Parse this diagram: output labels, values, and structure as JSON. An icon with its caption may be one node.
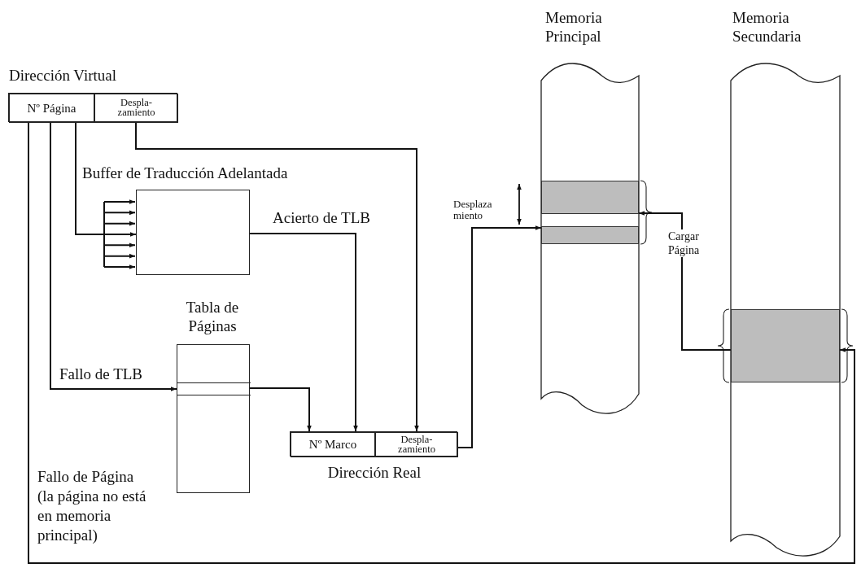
{
  "diagram": {
    "nodes": [
      {
        "text": [
          "Dirección Virtual"
        ]
      },
      {
        "text": [
          "Nº Página"
        ],
        "in": 0
      },
      {
        "text": [
          "Despla- zamiento"
        ],
        "in": 0
      },
      {
        "text": [
          "Buffer de Traducción Adelantada"
        ]
      },
      {
        "text": [
          "Tabla de Páginas"
        ]
      },
      {
        "text": [],
        "shape": "box",
        "in": 4
      },
      {
        "text": [
          "Dirección Real"
        ]
      },
      {
        "text": [
          "Nº Marco"
        ],
        "in": 6
      },
      {
        "text": [
          "Despla- zamiento"
        ],
        "in": 6
      },
      {
        "text": [
          "Memoria Principal"
        ]
      },
      {
        "text": [],
        "shape": "bar",
        "in": 9
      },
      {
        "text": [],
        "shape": "bar",
        "in": 9
      },
      {
        "text": [
          "Memoria Secundaria"
        ]
      },
      {
        "text": [],
        "shape": "bar",
        "in": 12
      }
    ],
    "edges": [
      {
        "from": 1,
        "to": 3,
        "arrow": "to"
      },
      {
        "from": 2,
        "to": 8,
        "arrow": "to"
      },
      {
        "from": 3,
        "to": 7,
        "arrow": "to",
        "label": "Acierto de TLB"
      },
      {
        "from": 1,
        "to": 5,
        "arrow": "to",
        "label": "Fallo de TLB"
      },
      {
        "from": 5,
        "to": 7,
        "arrow": "to"
      },
      {
        "from": 8,
        "to": 9,
        "arrow": "to"
      },
      {
        "from": 13,
        "to": 10,
        "arrow": "to",
        "label": "Cargar Página"
      },
      {
        "from": 1,
        "to": 13,
        "arrow": "to",
        "label": "Fallo de Página (la página no está en memoria principal)"
      }
    ],
    "labels": [
      "Desplaza miento"
    ]
  }
}
